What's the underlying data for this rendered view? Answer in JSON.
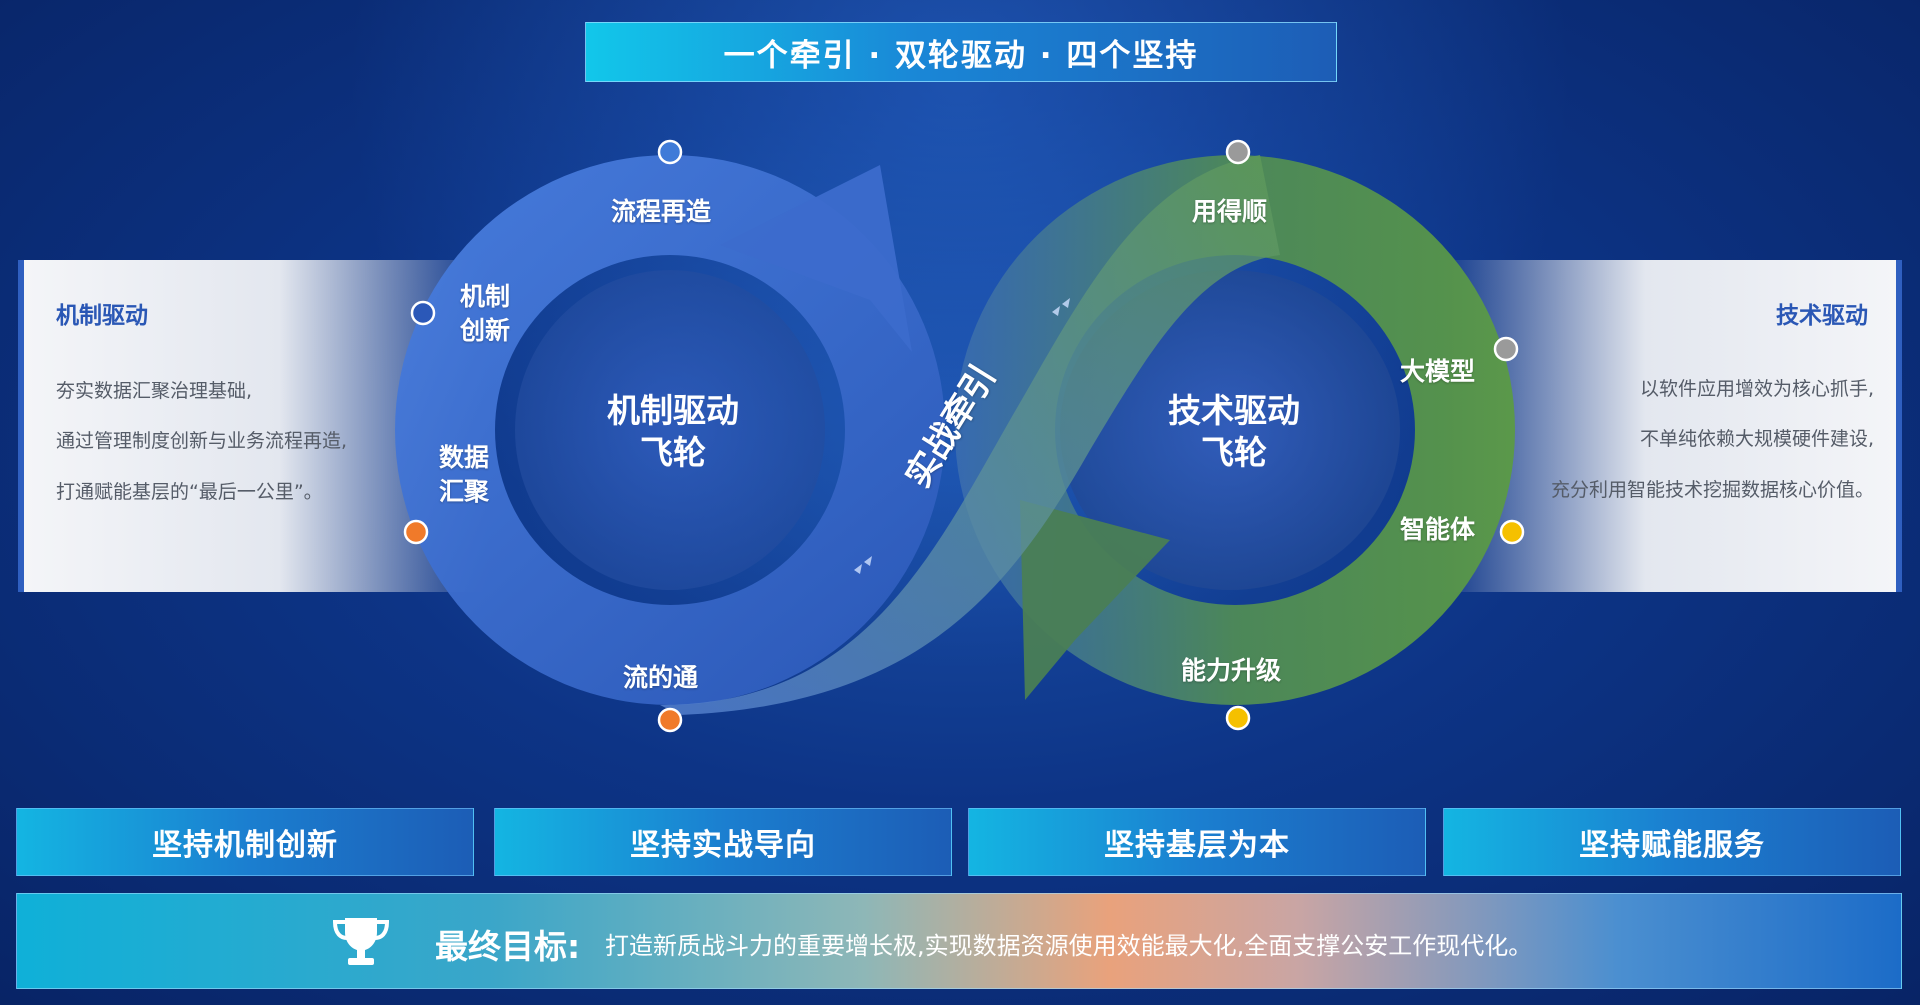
{
  "title": "一个牵引 · 双轮驱动 · 四个坚持",
  "left_panel": {
    "title": "机制驱动",
    "lines": [
      "夯实数据汇聚治理基础,",
      "通过管理制度创新与业务流程再造,",
      "打通赋能基层的“最后一公里”。"
    ]
  },
  "right_panel": {
    "title": "技术驱动",
    "lines": [
      "以软件应用增效为核心抓手,",
      "不单纯依赖大规模硬件建设,",
      "充分利用智能技术挖掘数据核心价值。"
    ]
  },
  "left_wheel": {
    "center_line1": "机制驱动",
    "center_line2": "飞轮",
    "label_top": "流程再造",
    "label_mid_1": "机制",
    "label_mid_2": "创新",
    "label_low_1": "数据",
    "label_low_2": "汇聚",
    "label_bottom": "流的通"
  },
  "right_wheel": {
    "center_line1": "技术驱动",
    "center_line2": "飞轮",
    "label_top": "用得顺",
    "label_mid": "大模型",
    "label_low": "智能体",
    "label_bottom": "能力升级"
  },
  "middle_label": "实战牵引",
  "principles": [
    "坚持机制创新",
    "坚持实战导向",
    "坚持基层为本",
    "坚持赋能服务"
  ],
  "goal": {
    "head": "最终目标:",
    "text": "打造新质战斗力的重要增长极,实现数据资源使用效能最大化,全面支撑公安工作现代化。",
    "icon": "trophy-icon"
  },
  "colors": {
    "blue_loop": "#3a6fd0",
    "green_loop": "#4e8a4a",
    "dot_orange": "#f07a2a",
    "dot_yellow": "#f5c000",
    "dot_gray": "#9a9a9a",
    "dot_blue": "#3f7bd8"
  }
}
